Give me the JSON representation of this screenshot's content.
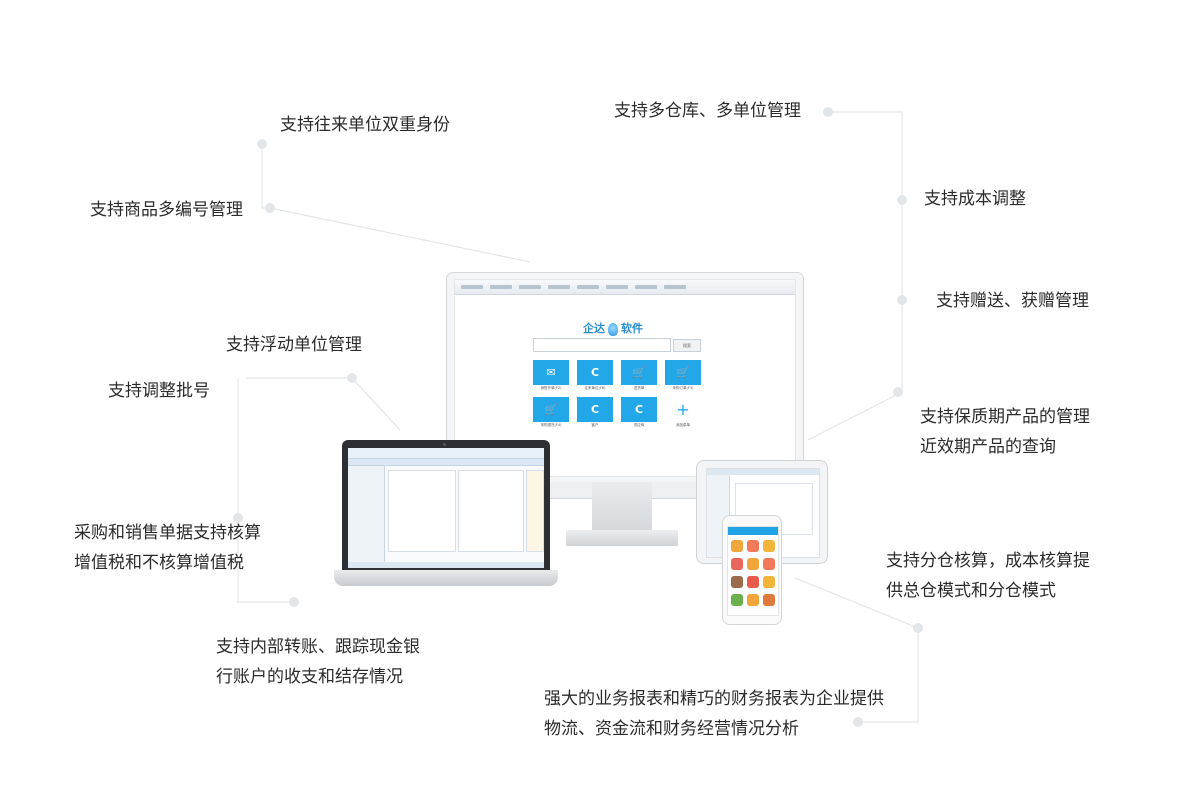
{
  "features": {
    "f1": "支持往来单位双重身份",
    "f2": "支持商品多编号管理",
    "f3": "支持多仓库、多单位管理",
    "f4": "支持成本调整",
    "f5": "支持赠送、获赠管理",
    "f6": "支持浮动单位管理",
    "f7": "支持调整批号",
    "f8_line1": "支持保质期产品的管理",
    "f8_line2": "近效期产品的查询",
    "f9_line1": "采购和销售单据支持核算",
    "f9_line2": "增值税和不核算增值税",
    "f10_line1": "支持分仓核算，成本核算提",
    "f10_line2": "供总仓模式和分仓模式",
    "f11_line1": "支持内部转账、跟踪现金银",
    "f11_line2": "行账户的收支和结存情况",
    "f12_line1": "强大的业务报表和精巧的财务报表为企业提供",
    "f12_line2": "物流、资金流和财务经营情况分析"
  },
  "monitor": {
    "logo_left": "企达",
    "logo_right": "软件",
    "search_button": "搜索",
    "tiles": [
      {
        "icon": "chat-icon",
        "label": "销售开单(F2)"
      },
      {
        "icon": "logo-c-icon",
        "label": "往来单位(F6)"
      },
      {
        "icon": "cart-icon",
        "label": "进货单"
      },
      {
        "icon": "cart-icon",
        "label": "采购订单(F3)"
      },
      {
        "icon": "cart-icon",
        "label": "采购退货(F4)"
      },
      {
        "icon": "logo-c-icon",
        "label": "客户"
      },
      {
        "icon": "logo-c-icon",
        "label": "供应商"
      },
      {
        "icon": "plus-icon",
        "label": "添加菜单"
      }
    ]
  },
  "phone_tile_colors": [
    "#f0a63a",
    "#f27a5a",
    "#f2b53a",
    "#e8665a",
    "#f0a63a",
    "#f27a5a",
    "#9b6a4a",
    "#e85a4a",
    "#f2b53a",
    "#6ab04c",
    "#f0a63a",
    "#e07a3a"
  ]
}
